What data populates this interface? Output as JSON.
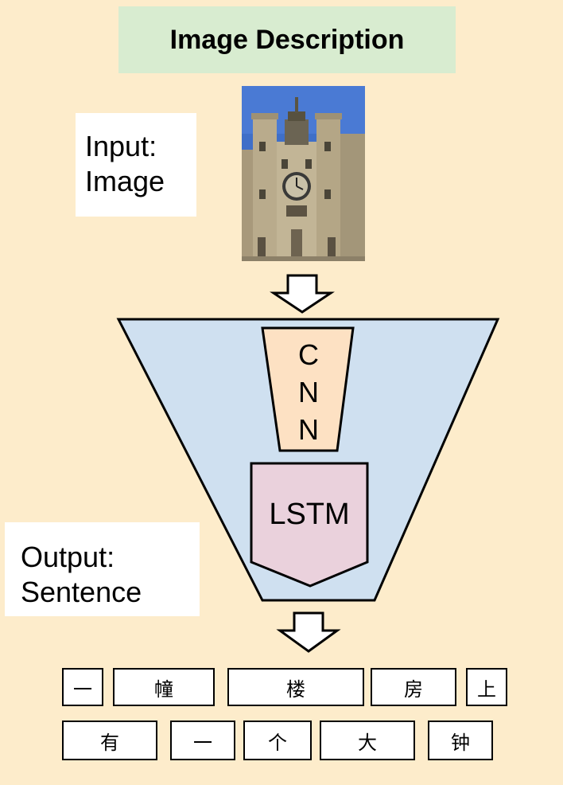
{
  "title": "Image Description",
  "input_label": [
    "Input:",
    "Image"
  ],
  "output_label": [
    "Output:",
    "Sentence"
  ],
  "cnn_label": [
    "C",
    "N",
    "N"
  ],
  "lstm_label": "LSTM",
  "output_words_row1": [
    "一",
    "幢",
    "楼",
    "房",
    "上"
  ],
  "output_words_row2": [
    "有",
    "一",
    "个",
    "大",
    "钟"
  ],
  "colors": {
    "background": "#fdeccb",
    "title_bg": "#d8ecd0",
    "funnel": "#cfe0f0",
    "cnn": "#fde1c3",
    "lstm": "#ead1dc"
  }
}
